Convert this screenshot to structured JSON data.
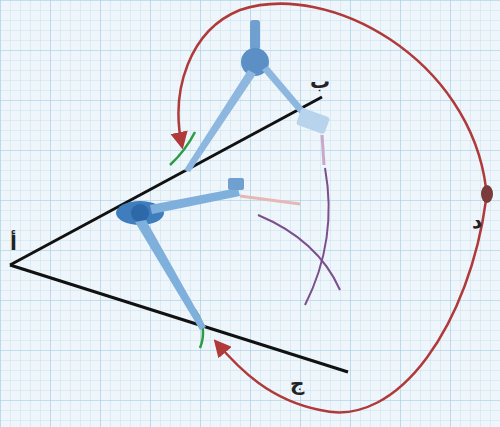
{
  "diagram": {
    "labels": [
      "أ",
      "ب",
      "ج",
      "د"
    ]
  }
}
